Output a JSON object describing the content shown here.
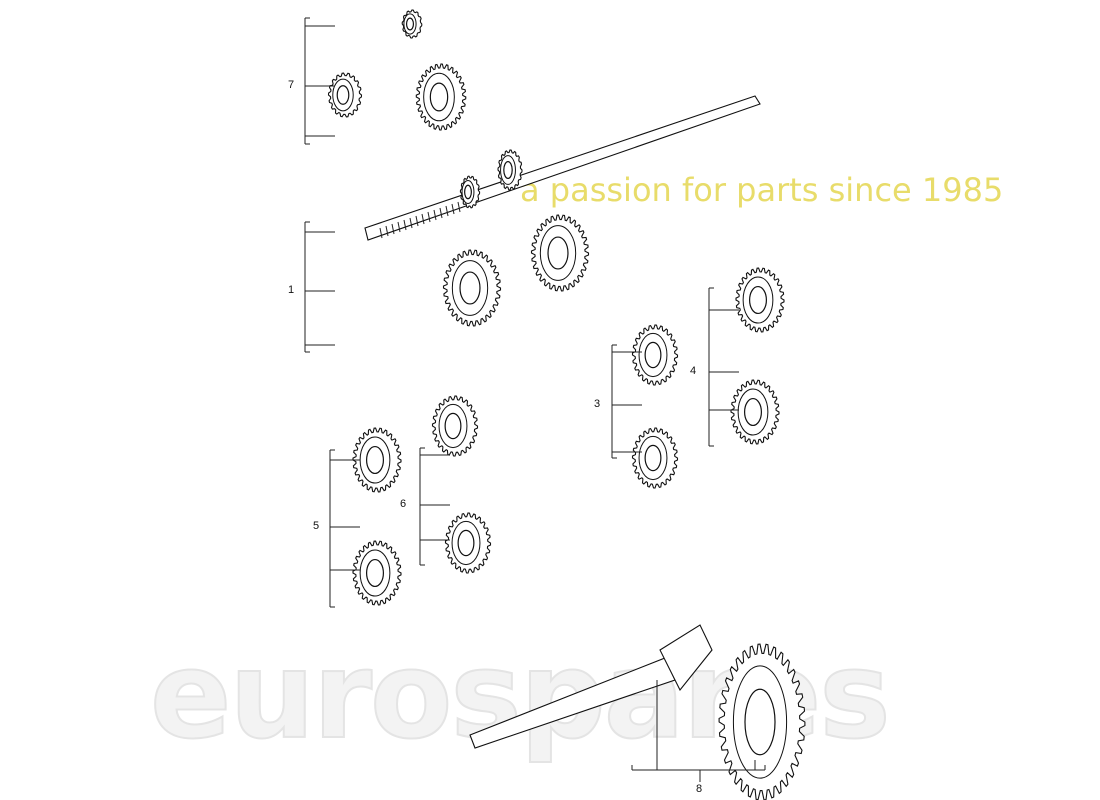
{
  "watermark": {
    "brand": "eurospares",
    "tagline": "a passion for parts since 1985",
    "brand_color": "#e6e6e6",
    "tagline_color": "#f5f0a8"
  },
  "callouts": {
    "c7": "7",
    "c1": "1",
    "c3": "3",
    "c4": "4",
    "c5": "5",
    "c6": "6",
    "c8": "8"
  }
}
